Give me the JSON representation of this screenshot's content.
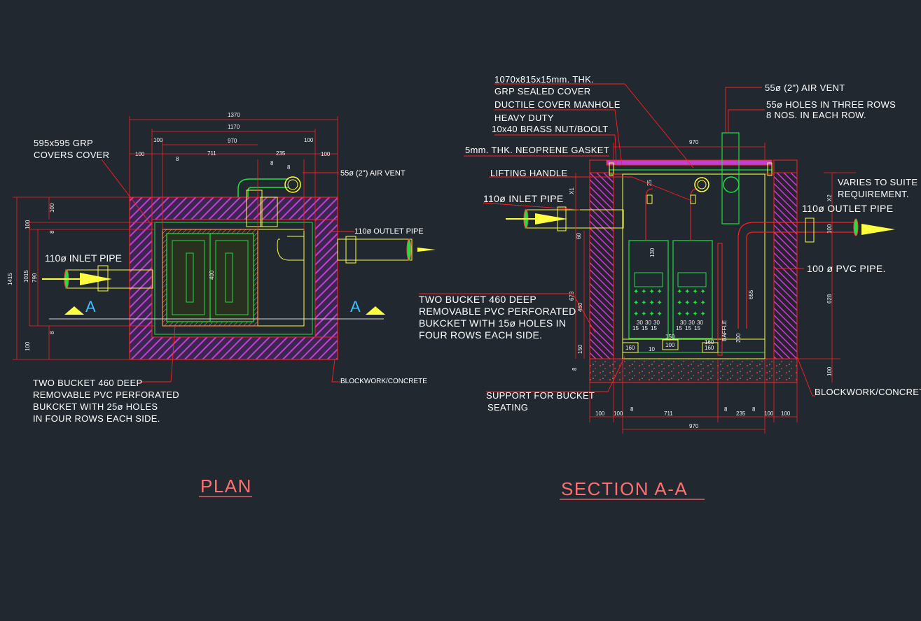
{
  "colors": {
    "background": "#212830",
    "outline": "#ff2020",
    "hatch": "#c040d0",
    "fill_magenta": "#a030c0",
    "green": "#20e040",
    "yellow": "#ffff40",
    "cyan": "#40c0ff",
    "white_text": "#ffffff",
    "title_text": "#ff6f6f"
  },
  "plan": {
    "title": "PLAN",
    "label_grp_cover": [
      "595x595 GRP",
      "COVERS COVER"
    ],
    "label_air_vent": "55ø (2\") AIR VENT",
    "label_outlet": "110ø OUTLET PIPE",
    "label_inlet": "110ø INLET PIPE",
    "section_marker_left": "A",
    "section_marker_right": "A",
    "label_bucket": [
      "TWO BUCKET 460 DEEP",
      "REMOVABLE PVC PERFORATED",
      "BUKCKET WITH 25ø HOLES",
      "IN FOUR ROWS EACH SIDE."
    ],
    "label_blockwork": "BLOCKWORK/CONCRETE",
    "dims_top": [
      "1370",
      "1170",
      "100",
      "970",
      "100",
      "100",
      "711",
      "235",
      "100",
      "8",
      "8",
      "8"
    ],
    "dims_left": [
      "1415",
      "1015",
      "790",
      "100",
      "100",
      "100",
      "8",
      "8"
    ]
  },
  "section": {
    "title": "SECTION A-A",
    "label_cover": [
      "1070x815x15mm. THK.",
      "GRP SEALED COVER",
      "DUCTILE COVER MANHOLE",
      "HEAVY DUTY",
      "10x40 BRASS NUT/BOOLT"
    ],
    "label_gasket": "5mm. THK. NEOPRENE GASKET",
    "label_lifting": "LIFTING HANDLE",
    "label_inlet": "110ø INLET PIPE",
    "label_air_vent": "55ø (2\") AIR VENT",
    "label_holes": [
      "55ø HOLES IN THREE ROWS",
      "8 NOS. IN EACH ROW."
    ],
    "label_varies": [
      "VARIES TO SUITE",
      "REQUIREMENT."
    ],
    "label_outlet": "110ø OUTLET PIPE",
    "label_pvc": "100 ø PVC PIPE.",
    "label_bucket": [
      "TWO BUCKET 460 DEEP",
      "REMOVABLE PVC PERFORATED",
      "BUKCKET WITH 15ø HOLES IN",
      "FOUR ROWS EACH SIDE."
    ],
    "label_support": [
      "SUPPORT FOR BUCKET",
      "SEATING"
    ],
    "label_blockwork": "BLOCKWORK/CONCRETE",
    "label_baffle": "BAFFLE",
    "dims_top": [
      "970"
    ],
    "dims_bottom": [
      "100",
      "100",
      "8",
      "711",
      "8",
      "235",
      "8",
      "100",
      "100",
      "970"
    ],
    "dims_vertical": [
      "X1",
      "25",
      "60",
      "130",
      "460",
      "678",
      "150",
      "8",
      "655",
      "200",
      "628",
      "100",
      "100",
      "X2"
    ],
    "dims_inner": [
      "30",
      "30",
      "30",
      "15",
      "15",
      "15",
      "30",
      "30",
      "30",
      "15",
      "15",
      "15",
      "160",
      "160",
      "100",
      "10",
      "150",
      "160"
    ]
  }
}
